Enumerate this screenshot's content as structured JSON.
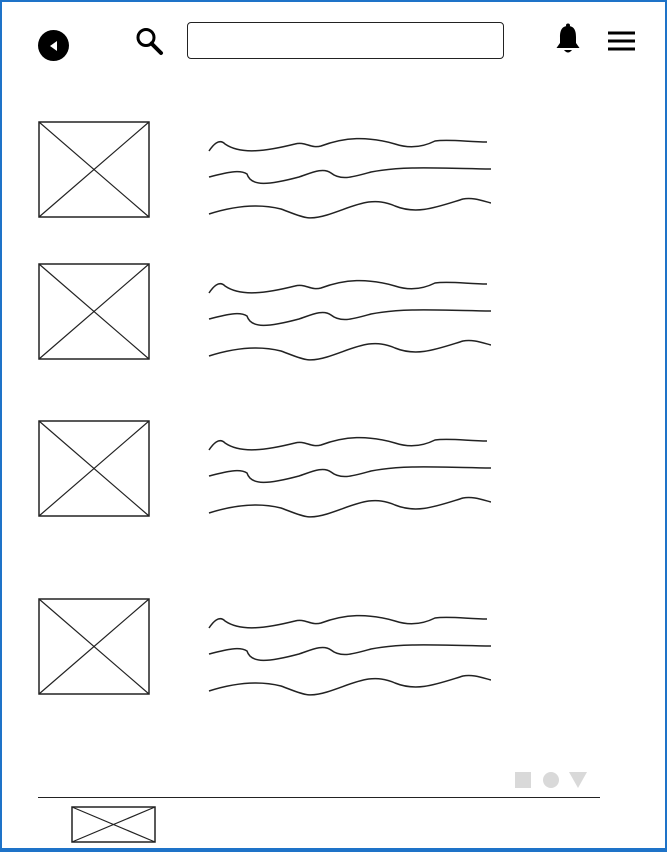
{
  "header": {
    "back_icon": "back-arrow-circle-icon",
    "search_icon": "search-icon",
    "search_value": "",
    "search_placeholder": "",
    "notifications_icon": "bell-icon",
    "menu_icon": "hamburger-menu-icon"
  },
  "list": {
    "items": [
      {
        "thumbnail": "image-placeholder",
        "text": "text-placeholder-lines"
      },
      {
        "thumbnail": "image-placeholder",
        "text": "text-placeholder-lines"
      },
      {
        "thumbnail": "image-placeholder",
        "text": "text-placeholder-lines"
      },
      {
        "thumbnail": "image-placeholder",
        "text": "text-placeholder-lines"
      }
    ]
  },
  "system_nav": {
    "buttons": [
      "square-icon",
      "circle-icon",
      "triangle-down-icon"
    ],
    "color": "#d9d9d9"
  },
  "footer": {
    "thumbnail": "image-placeholder"
  },
  "colors": {
    "frame_border": "#1e73c8",
    "ink": "#222222",
    "background": "#ffffff"
  }
}
